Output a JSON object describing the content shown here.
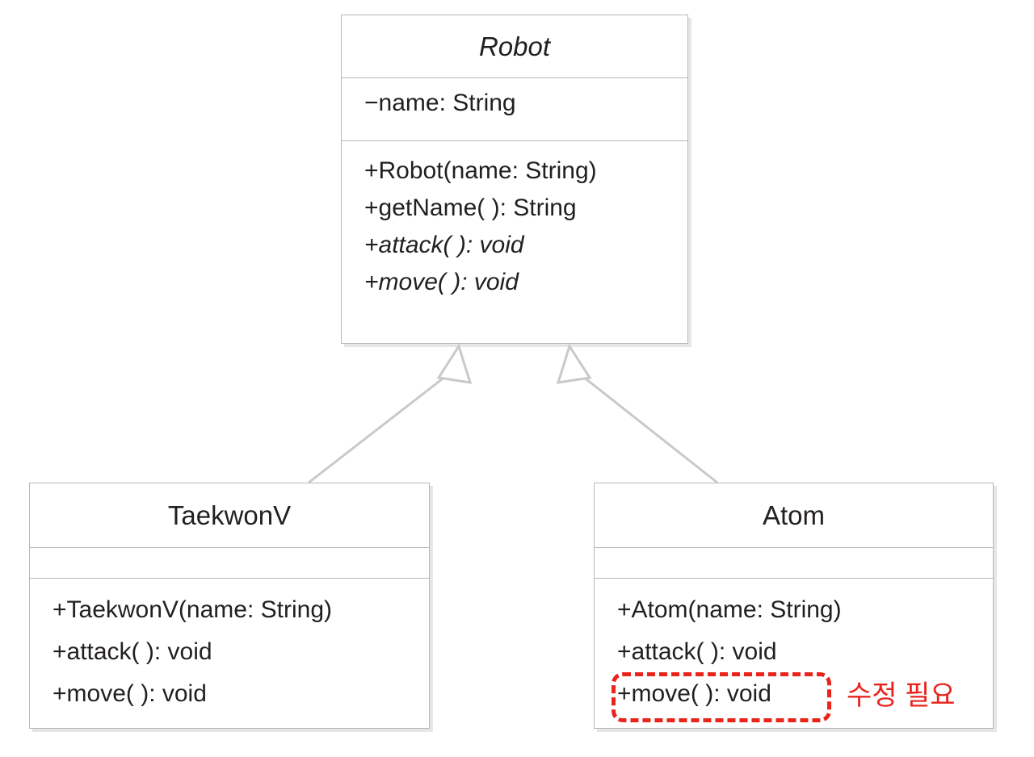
{
  "diagram": {
    "title": "Robot class hierarchy UML diagram",
    "colors": {
      "box_border": "#b8b8b8",
      "text": "#231f20",
      "connector": "#c9c9c9",
      "annotation_red": "#e8241c",
      "background": "#ffffff"
    },
    "classes": [
      {
        "id": "robot",
        "name": "Robot",
        "is_abstract": true,
        "attributes": [
          {
            "text": "−name: String",
            "is_abstract": false
          }
        ],
        "operations": [
          {
            "text": "+Robot(name: String)",
            "is_abstract": false
          },
          {
            "text": "+getName( ): String",
            "is_abstract": false
          },
          {
            "text": "+attack( ): void",
            "is_abstract": true
          },
          {
            "text": "+move( ): void",
            "is_abstract": true
          }
        ]
      },
      {
        "id": "taekwonv",
        "name": "TaekwonV",
        "is_abstract": false,
        "attributes": [],
        "operations": [
          {
            "text": "+TaekwonV(name: String)",
            "is_abstract": false
          },
          {
            "text": "+attack( ): void",
            "is_abstract": false
          },
          {
            "text": "+move( ): void",
            "is_abstract": false
          }
        ]
      },
      {
        "id": "atom",
        "name": "Atom",
        "is_abstract": false,
        "attributes": [],
        "operations": [
          {
            "text": "+Atom(name: String)",
            "is_abstract": false
          },
          {
            "text": "+attack( ): void",
            "is_abstract": false
          },
          {
            "text": "+move( ): void",
            "is_abstract": false
          }
        ]
      }
    ],
    "relationships": [
      {
        "type": "generalization",
        "from": "TaekwonV",
        "to": "Robot"
      },
      {
        "type": "generalization",
        "from": "Atom",
        "to": "Robot"
      }
    ],
    "annotation": {
      "note_text": "수정 필요",
      "highlight_target": "+move( ): void",
      "highlight_in_class": "Atom",
      "style": "red-dashed-rounded-rectangle"
    }
  }
}
